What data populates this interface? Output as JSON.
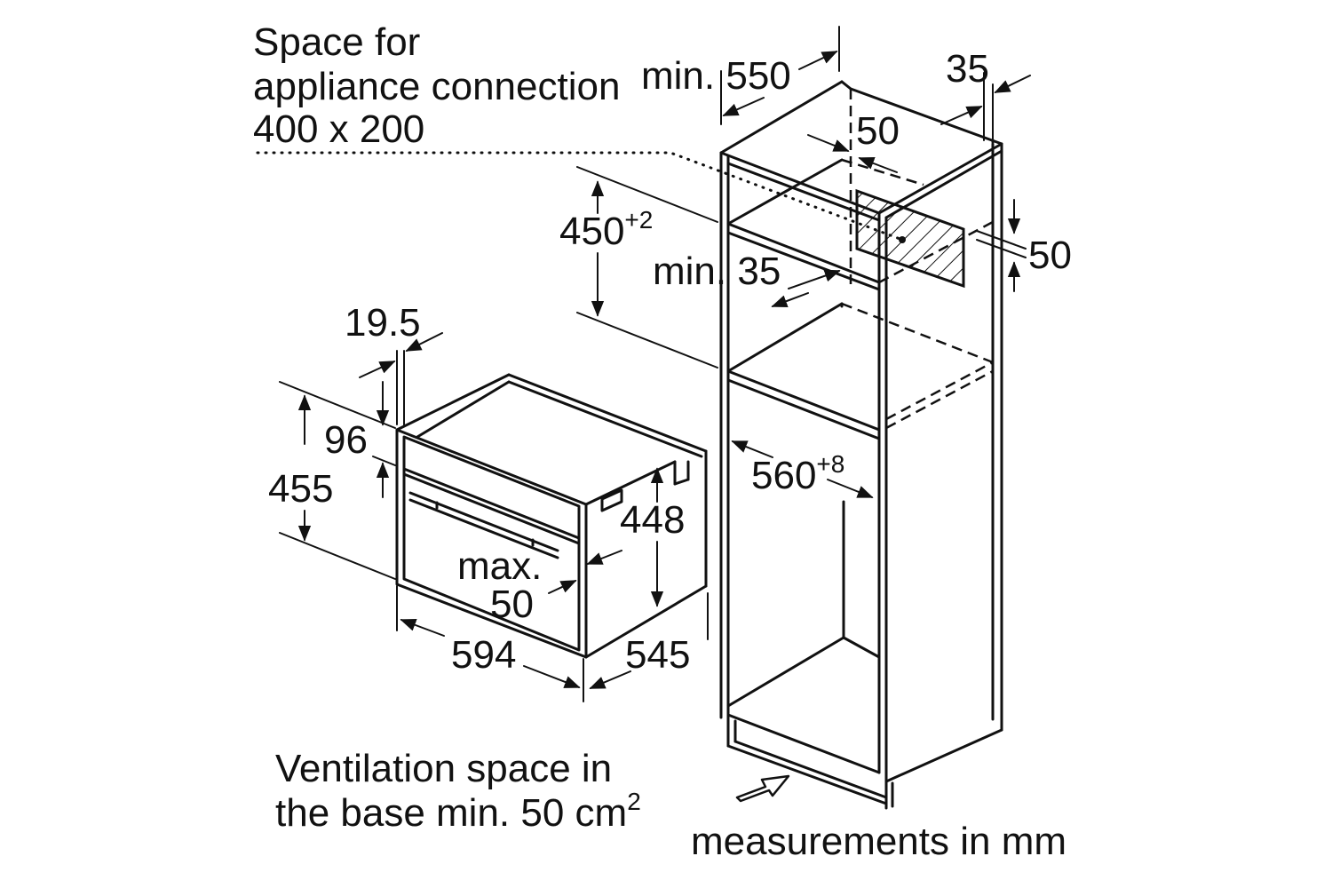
{
  "labels": {
    "connection_space": [
      "Space for",
      "appliance connection",
      "400 x 200"
    ],
    "min_550": "min. 550",
    "dim_35_top": "35",
    "dim_50_top": "50",
    "dim_450": "450",
    "dim_450_tol": "+2",
    "min_35": "min. 35",
    "dim_50_right": "50",
    "dim_19_5": "19.5",
    "dim_96": "96",
    "dim_455": "455",
    "dim_448": "448",
    "max_50": [
      "max.",
      "50"
    ],
    "dim_560": "560",
    "dim_560_tol": "+8",
    "dim_594": "594",
    "dim_545": "545",
    "ventilation": [
      "Ventilation space in",
      "the base min. 50 cm"
    ],
    "ventilation_sup": "2",
    "units_note": "measurements in mm"
  }
}
